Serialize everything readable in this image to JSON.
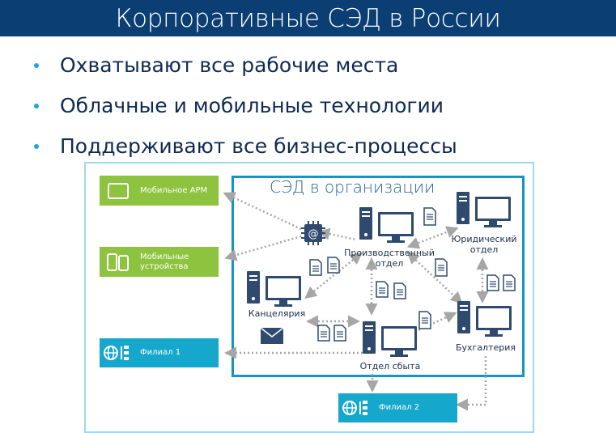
{
  "slide": {
    "title": "Корпоративные СЭД в России",
    "bullets": [
      "Охватывают все рабочие места",
      "Облачные и мобильные технологии",
      "Поддерживают все бизнес-процессы"
    ]
  },
  "diagram": {
    "org_title": "СЭД в организации",
    "external": {
      "mobile_arm": "Мобильное АРМ",
      "mobile_devices": [
        "Мобильные",
        "устройства"
      ],
      "branch1": "Филиал 1",
      "branch2": "Филиал 2"
    },
    "nodes": {
      "production": [
        "Производственный",
        "отдел"
      ],
      "legal": [
        "Юридический",
        "отдел"
      ],
      "chancellery": "Канцелярия",
      "accounting": "Бухгалтерия",
      "sales": "Отдел сбыта"
    },
    "icons": {
      "email": "@"
    },
    "colors": {
      "title_bar": "#0b3f74",
      "accent_green": "#8dc33f",
      "accent_cyan": "#16a7cc",
      "org_border": "#1296c8",
      "icon_dark": "#2f4a6e"
    }
  }
}
